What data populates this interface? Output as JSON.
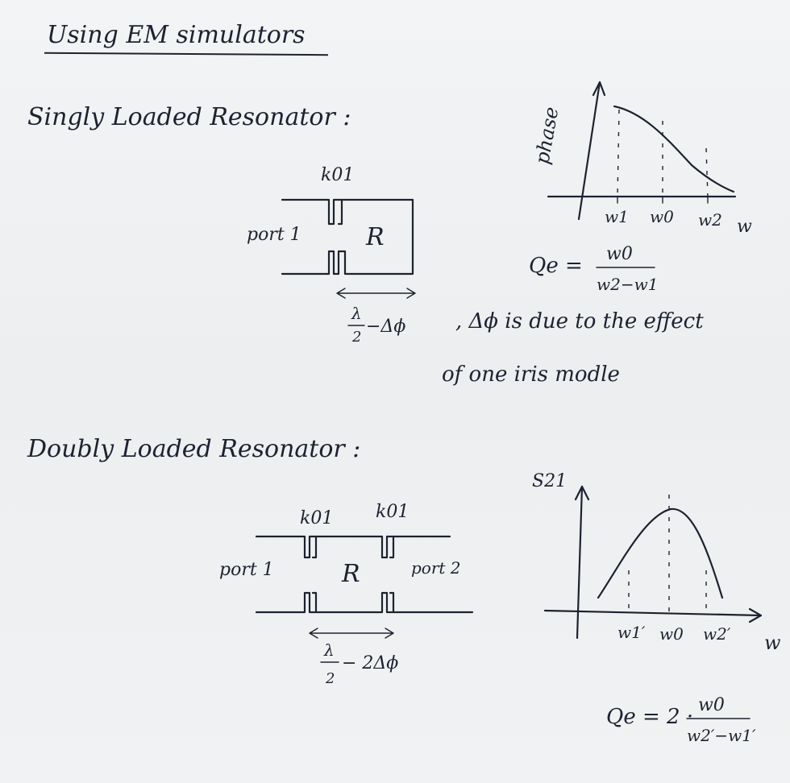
{
  "title": "Using EM simulators",
  "singly": {
    "heading": "Singly Loaded Resonator :",
    "k_label": "k01",
    "port_label": "port 1",
    "resonator_label": "R",
    "length_label_num": "λ",
    "length_label_den": "2",
    "length_label_tail": "−Δϕ",
    "plot": {
      "ylabel": "phase",
      "xlabel": "w",
      "tick1": "w1",
      "tick0": "w0",
      "tick2": "w2"
    },
    "qe_lhs": "Qe =",
    "qe_num": "w0",
    "qe_den": "w2−w1",
    "note_line1": ", Δϕ is due to the effect",
    "note_line2": "of one iris modle"
  },
  "doubly": {
    "heading": "Doubly Loaded Resonator :",
    "k_label_left": "k01",
    "k_label_right": "k01",
    "port1_label": "port 1",
    "port2_label": "port 2",
    "resonator_label": "R",
    "length_label_num": "λ",
    "length_label_den": "2",
    "length_label_tail": "− 2Δϕ",
    "plot": {
      "ylabel": "S21",
      "xlabel": "w",
      "tick1": "w1′",
      "tick0": "w0",
      "tick2": "w2′"
    },
    "qe_lhs": "Qe = 2 ·",
    "qe_num": "w0",
    "qe_den": "w2′−w1′"
  }
}
